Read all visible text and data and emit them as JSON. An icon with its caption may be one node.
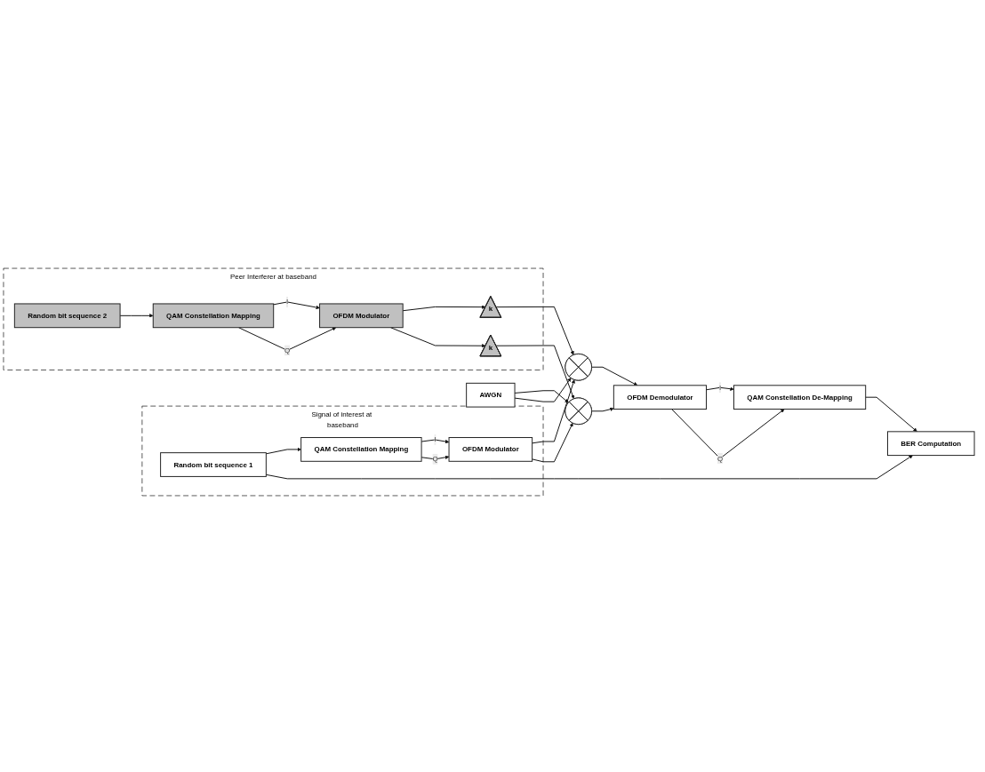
{
  "diagram": {
    "nodes": [
      {
        "text": [
          "Peer Interferer at baseband"
        ]
      },
      {
        "text": [
          "Random bit sequence 2"
        ],
        "in": 0
      },
      {
        "text": [
          "QAM Constellation Mapping"
        ],
        "in": 0
      },
      {
        "text": [
          "OFDM Modulator"
        ],
        "in": 0
      },
      {
        "text": [
          "k"
        ],
        "in": 0
      },
      {
        "text": [
          "k"
        ],
        "in": 0
      },
      {
        "text": [
          "Signal of interest at baseband"
        ]
      },
      {
        "text": [
          "QAM Constellation Mapping"
        ],
        "in": 6
      },
      {
        "text": [
          "OFDM Modulator"
        ],
        "in": 6
      },
      {
        "text": [
          "Random bit sequence 1"
        ],
        "in": 6
      },
      {
        "text": [],
        "shape": "circle"
      },
      {
        "text": [],
        "shape": "circle"
      },
      {
        "text": [
          "OFDM Demodulator"
        ]
      },
      {
        "text": [
          "QAM Constellation De-Mapping"
        ]
      },
      {
        "text": [
          "AWGN"
        ]
      },
      {
        "text": [
          "BER Computation"
        ]
      }
    ],
    "edges": [
      {
        "from": 1,
        "to": 2,
        "arrow": "to"
      },
      {
        "from": 2,
        "to": 3,
        "label": "I",
        "arrow": "to"
      },
      {
        "from": 2,
        "to": 3,
        "label": "Q",
        "arrow": "to"
      },
      {
        "from": 3,
        "to": 4,
        "arrow": "to"
      },
      {
        "from": 3,
        "to": 5,
        "arrow": "to"
      },
      {
        "from": 4,
        "to": 10,
        "arrow": "to"
      },
      {
        "from": 5,
        "to": 11,
        "arrow": "to"
      },
      {
        "from": 9,
        "to": 7,
        "arrow": "to"
      },
      {
        "from": 7,
        "to": 8,
        "label": "I",
        "arrow": "to"
      },
      {
        "from": 7,
        "to": 8,
        "label": "Q",
        "arrow": "to"
      },
      {
        "from": 8,
        "to": 10,
        "arrow": "to"
      },
      {
        "from": 8,
        "to": 11,
        "arrow": "to"
      },
      {
        "from": 14,
        "to": 11,
        "arrow": "to"
      },
      {
        "from": 14,
        "to": 10,
        "arrow": "to"
      },
      {
        "from": 10,
        "to": 12,
        "arrow": "to"
      },
      {
        "from": 11,
        "to": 12,
        "arrow": "to"
      },
      {
        "from": 12,
        "to": 13,
        "label": "I",
        "arrow": "to"
      },
      {
        "from": 12,
        "to": 13,
        "label": "Q",
        "arrow": "to"
      },
      {
        "from": 13,
        "to": 15,
        "arrow": "to"
      },
      {
        "from": 9,
        "to": 15,
        "arrow": "to"
      }
    ]
  }
}
